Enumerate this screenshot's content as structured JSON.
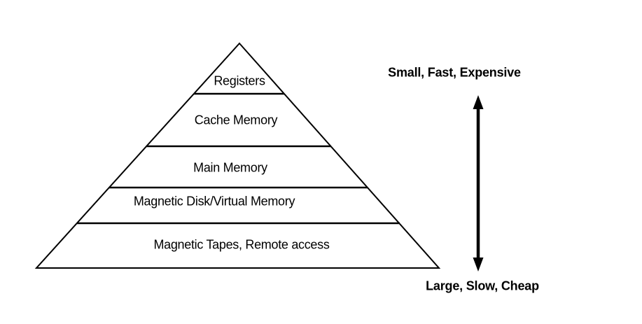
{
  "pyramid": {
    "levels": [
      {
        "label": "Registers"
      },
      {
        "label": "Cache Memory"
      },
      {
        "label": "Main Memory"
      },
      {
        "label": "Magnetic Disk/Virtual Memory"
      },
      {
        "label": "Magnetic Tapes, Remote access"
      }
    ]
  },
  "annotations": {
    "top_label": "Small, Fast, Expensive",
    "bottom_label": "Large, Slow, Cheap"
  },
  "colors": {
    "ink": "#000000",
    "background": "#ffffff"
  }
}
